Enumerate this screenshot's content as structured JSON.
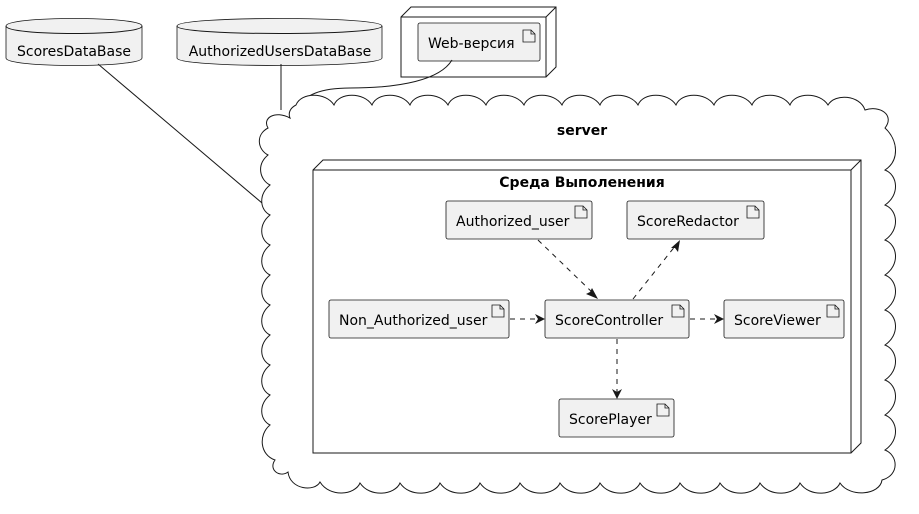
{
  "databases": {
    "scores": "ScoresDataBase",
    "users": "AuthorizedUsersDataBase"
  },
  "web_node": {
    "artifact": "Web-версия"
  },
  "server": {
    "title": "server"
  },
  "runtime": {
    "title": "Среда Выполенения",
    "artifacts": {
      "authorized_user": "Authorized_user",
      "score_redactor": "ScoreRedactor",
      "non_authorized_user": "Non_Authorized_user",
      "score_controller": "ScoreController",
      "score_viewer": "ScoreViewer",
      "score_player": "ScorePlayer"
    }
  }
}
